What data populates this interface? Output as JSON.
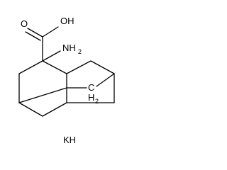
{
  "molecule": {
    "labels": {
      "hydroxyl": "OH",
      "carbonyl_oxygen": "O",
      "amine": "NH",
      "amine_subscript": "2",
      "bridge_carbon": "C",
      "bridge_hydrogen": "H",
      "bridge_subscript": "2"
    },
    "counter_ion": "KH"
  }
}
